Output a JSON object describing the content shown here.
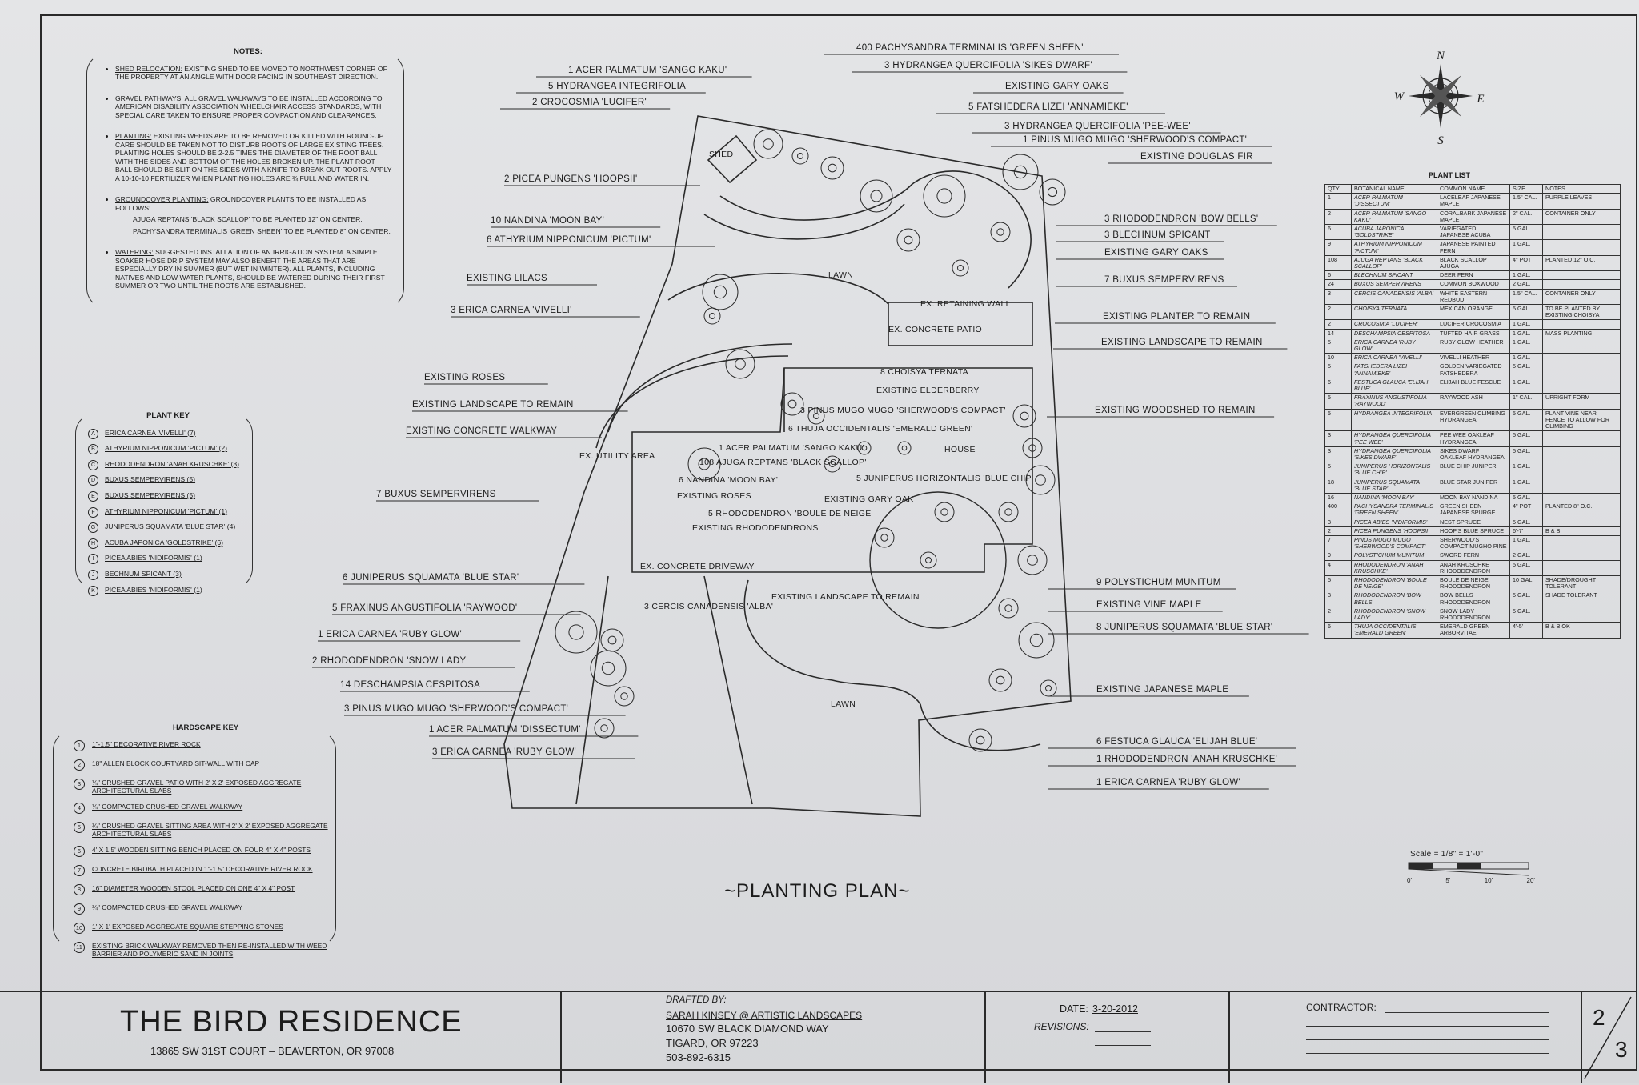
{
  "notes": {
    "heading": "NOTES:",
    "items": [
      {
        "k": "SHED RELOCATION:",
        "v": "Existing shed to be moved to northwest corner of the property at an angle with door facing in Southeast direction."
      },
      {
        "k": "GRAVEL PATHWAYS:",
        "v": "All gravel walkways to be installed according to American Disability Association wheelchair access standards, with special care taken to ensure proper compaction and clearances."
      },
      {
        "k": "PLANTING:",
        "v": "Existing weeds are to be removed or killed with Round-Up. Care should be taken not to disturb roots of large existing trees. Planting holes should be 2-2.5 times the diameter of the root ball with the sides and bottom of the holes broken up. The plant root ball should be slit on the sides with a knife to break out roots. Apply a 10-10-10 fertilizer when planting holes are ¾ full and water in."
      },
      {
        "k": "GROUNDCOVER PLANTING:",
        "v": "Groundcover plants to be installed as follows:"
      },
      {
        "k": "WATERING:",
        "v": "Suggested installation of an irrigation system. A simple soaker hose drip system may also benefit the areas that are especially dry in summer (but wet in winter). All plants, including natives and low water plants, should be watered during their first summer or two until the roots are established."
      }
    ],
    "groundcover": [
      "Ajuga Reptans 'Black Scallop' to be planted 12\" on center.",
      "Pachysandra Terminalis 'Green Sheen' to be planted 8\" on center."
    ]
  },
  "plant_key": {
    "heading": "PLANT KEY",
    "items": [
      {
        "s": "A",
        "t": "Erica carnea 'Vivelli' (7)"
      },
      {
        "s": "B",
        "t": "Athyrium nipponicum 'Pictum' (2)"
      },
      {
        "s": "C",
        "t": "Rhododendron 'Anah Kruschke' (3)"
      },
      {
        "s": "D",
        "t": "Buxus sempervirens (5)"
      },
      {
        "s": "E",
        "t": "Buxus sempervirens (5)"
      },
      {
        "s": "F",
        "t": "Athyrium nipponicum 'Pictum' (1)"
      },
      {
        "s": "G",
        "t": "Juniperus squamata 'Blue Star' (4)"
      },
      {
        "s": "H",
        "t": "Acuba japonica 'Goldstrike' (6)"
      },
      {
        "s": "I",
        "t": "Picea abies 'Nidiformis' (1)"
      },
      {
        "s": "J",
        "t": "Bechnum spicant (3)"
      },
      {
        "s": "K",
        "t": "Picea abies 'Nidiformis' (1)"
      }
    ]
  },
  "hardscape_key": {
    "heading": "Hardscape Key",
    "items": [
      {
        "s": "1",
        "t": "1\"-1.5\" Decorative River Rock"
      },
      {
        "s": "2",
        "t": "18\" Allen Block Courtyard Sit-Wall with Cap"
      },
      {
        "s": "3",
        "t": "¼\" Crushed Gravel Patio with 2' x 2' Exposed Aggregate Architectural Slabs"
      },
      {
        "s": "4",
        "t": "¼\" Compacted Crushed Gravel Walkway"
      },
      {
        "s": "5",
        "t": "¼\" Crushed Gravel Sitting Area with 2' x 2' Exposed Aggregate Architectural Slabs"
      },
      {
        "s": "6",
        "t": "4' x 1.5' Wooden Sitting Bench Placed on Four 4\" x 4\" Posts"
      },
      {
        "s": "7",
        "t": "Concrete Birdbath Placed in 1\"-1.5\" Decorative River Rock"
      },
      {
        "s": "8",
        "t": "16\" Diameter Wooden Stool Placed on One 4\" x 4\" Post"
      },
      {
        "s": "9",
        "t": "¼\" Compacted Crushed Gravel Walkway"
      },
      {
        "s": "10",
        "t": "1' x 1' Exposed Aggregate Square Stepping Stones"
      },
      {
        "s": "11",
        "t": "Existing Brick Walkway Removed Then Re-Installed With Weed Barrier and Polymeric Sand in Joints"
      }
    ]
  },
  "callouts": {
    "top": [
      "400 Pachysandra terminalis 'Green Sheen'",
      "1 Acer palmatum 'Sango Kaku'",
      "3 Hydrangea quercifolia 'Sikes Dwarf'",
      "5 Hydrangea integrifolia",
      "Existing Gary Oaks",
      "2 Crocosmia 'Lucifer'",
      "5 Fatshedera lizei 'Annamieke'",
      "3 Hydrangea quercifolia 'Pee-Wee'",
      "1 Pinus mugo mugo 'Sherwood's Compact'",
      "Existing Douglas Fir"
    ],
    "left": [
      "2 Picea pungens 'Hoopsii'",
      "10 Nandina 'Moon Bay'",
      "6 Athyrium nipponicum 'Pictum'",
      "Existing Lilacs",
      "3 Erica carnea 'Vivelli'",
      "Existing Roses",
      "Existing Landscape to Remain",
      "Existing Concrete Walkway",
      "7 Buxus sempervirens",
      "6 Juniperus squamata 'Blue Star'",
      "5 Fraxinus angustifolia 'Raywood'",
      "1 Erica carnea 'Ruby Glow'",
      "2 Rhododendron 'Snow Lady'",
      "14 Deschampsia cespitosa",
      "3 Pinus mugo mugo 'Sherwood's Compact'",
      "1 Acer palmatum 'Dissectum'",
      "3 Erica carnea 'Ruby Glow'"
    ],
    "right": [
      "3 Rhododendron 'Bow Bells'",
      "3 Blechnum spicant",
      "Existing Gary Oaks",
      "7 Buxus sempervirens",
      "Existing Planter to Remain",
      "Existing Landscape to Remain",
      "Existing Woodshed to Remain",
      "9 Polystichum munitum",
      "Existing Vine Maple",
      "8 Juniperus squamata 'Blue Star'",
      "Existing Japanese Maple",
      "6 Festuca glauca 'Elijah Blue'",
      "1 Rhododendron 'Anah Kruschke'",
      "1 Erica carnea 'Ruby Glow'"
    ],
    "inner": [
      "Shed",
      "Lawn",
      "Ex. Retaining Wall",
      "Ex. Concrete Patio",
      "8 Choisya ternata",
      "Existing Elderberry",
      "3 Pinus mugo mugo 'Sherwood's Compact'",
      "6 Thuja occidentalis 'Emerald Green'",
      "1 Acer palmatum 'Sango Kaku'",
      "House",
      "108 Ajuga reptans 'Black Scallop'",
      "Ex. Utility Area",
      "6 Nandina 'Moon Bay'",
      "5 Juniperus horizontalis 'Blue Chip'",
      "Existing Roses",
      "Existing Gary Oak",
      "5 Rhododendron 'Boule de Neige'",
      "Existing Rhododendrons",
      "Ex. Concrete Driveway",
      "3 Cercis canadensis 'Alba'",
      "Existing Landscape to Remain",
      "Lawn"
    ]
  },
  "plant_list": {
    "heading": "Plant List",
    "headers": [
      "Qty.",
      "Botanical Name",
      "Common Name",
      "Size",
      "Notes"
    ],
    "rows": [
      [
        "1",
        "Acer palmatum 'Dissectum'",
        "Laceleaf Japanese Maple",
        "1.5\" Cal.",
        "Purple Leaves"
      ],
      [
        "2",
        "Acer palmatum 'Sango Kaku'",
        "Coralbark Japanese Maple",
        "2\" Cal.",
        "Container Only"
      ],
      [
        "6",
        "Acuba japonica 'Goldstrike'",
        "Variegated Japanese Acuba",
        "5 Gal.",
        ""
      ],
      [
        "9",
        "Athyrium nipponicum 'Pictum'",
        "Japanese Painted Fern",
        "1 Gal.",
        ""
      ],
      [
        "108",
        "Ajuga reptans 'Black Scallop'",
        "Black Scallop Ajuga",
        "4\" Pot",
        "Planted 12\" O.C."
      ],
      [
        "6",
        "Blechnum spicant",
        "Deer Fern",
        "1 Gal.",
        ""
      ],
      [
        "24",
        "Buxus sempervirens",
        "Common Boxwood",
        "2 Gal.",
        ""
      ],
      [
        "3",
        "Cercis canadensis 'Alba'",
        "White Eastern Redbud",
        "1.5\" Cal.",
        "Container Only"
      ],
      [
        "2",
        "Choisya ternata",
        "Mexican Orange",
        "5 Gal.",
        "To be planted by existing Choisya"
      ],
      [
        "2",
        "Crocosmia 'Lucifer'",
        "Lucifer Crocosmia",
        "1 Gal.",
        ""
      ],
      [
        "14",
        "Deschampsia cespitosa",
        "Tufted Hair Grass",
        "1 Gal.",
        "Mass Planting"
      ],
      [
        "5",
        "Erica carnea 'Ruby Glow'",
        "Ruby Glow Heather",
        "1 Gal.",
        ""
      ],
      [
        "10",
        "Erica carnea 'Vivelli'",
        "Vivelli Heather",
        "1 Gal.",
        ""
      ],
      [
        "5",
        "Fatshedera lizei 'Annamieke'",
        "Golden Variegated Fatshedera",
        "5 Gal.",
        ""
      ],
      [
        "6",
        "Festuca glauca 'Elijah Blue'",
        "Elijah Blue Fescue",
        "1 Gal.",
        ""
      ],
      [
        "5",
        "Fraxinus angustifolia 'Raywood'",
        "Raywood Ash",
        "1\" Cal.",
        "Upright Form"
      ],
      [
        "5",
        "Hydrangea integrifolia",
        "Evergreen Climbing Hydrangea",
        "5 Gal.",
        "Plant vine near fence to allow for climbing"
      ],
      [
        "3",
        "Hydrangea quercifolia 'Pee Wee'",
        "Pee Wee Oakleaf Hydrangea",
        "5 Gal.",
        ""
      ],
      [
        "3",
        "Hydrangea quercifolia 'Sikes Dwarf'",
        "Sikes Dwarf Oakleaf Hydrangea",
        "5 Gal.",
        ""
      ],
      [
        "5",
        "Juniperus horizontalis 'Blue Chip'",
        "Blue Chip Juniper",
        "1 Gal.",
        ""
      ],
      [
        "18",
        "Juniperus squamata 'Blue Star'",
        "Blue Star Juniper",
        "1 Gal.",
        ""
      ],
      [
        "16",
        "Nandina 'Moon Bay'",
        "Moon Bay Nandina",
        "5 Gal.",
        ""
      ],
      [
        "400",
        "Pachysandra terminalis 'Green Sheen'",
        "Green Sheen Japanese Spurge",
        "4\" Pot",
        "Planted 8\" O.C."
      ],
      [
        "3",
        "Picea abies 'Nidiformis'",
        "Nest Spruce",
        "5 Gal.",
        ""
      ],
      [
        "2",
        "Picea pungens 'Hoopsii'",
        "Hoop's Blue Spruce",
        "6'-7'",
        "B & B"
      ],
      [
        "7",
        "Pinus mugo mugo 'Sherwood's Compact'",
        "Sherwood's Compact Mugho Pine",
        "1 Gal.",
        ""
      ],
      [
        "9",
        "Polystichum munitum",
        "Sword Fern",
        "2 Gal.",
        ""
      ],
      [
        "4",
        "Rhododendron 'Anah Kruschke'",
        "Anah Kruschke Rhododendron",
        "5 Gal.",
        ""
      ],
      [
        "5",
        "Rhododendron 'Boule de Neige'",
        "Boule de Neige Rhododendron",
        "10 Gal.",
        "Shade/Drought Tolerant"
      ],
      [
        "3",
        "Rhododendron 'Bow Bells'",
        "Bow Bells Rhododendron",
        "5 Gal.",
        "Shade Tolerant"
      ],
      [
        "2",
        "Rhododendron 'Snow Lady'",
        "Snow Lady Rhododendron",
        "5 Gal.",
        ""
      ],
      [
        "6",
        "Thuja occidentalis 'Emerald Green'",
        "Emerald Green Arborvitae",
        "4'-5'",
        "B & B Ok"
      ]
    ]
  },
  "compass": {
    "n": "N",
    "s": "S",
    "e": "E",
    "w": "W"
  },
  "scale": {
    "label": "Scale = 1/8\" = 1'-0\"",
    "ticks": [
      "0'",
      "5'",
      "10'",
      "20'"
    ]
  },
  "plan_title": "~Planting Plan~",
  "title_block": {
    "name": "The Bird Residence",
    "address": "13865 SW 31st Court – Beaverton, OR 97008",
    "drafted_label": "Drafted By:",
    "drafter": "Sarah Kinsey @ Artistic Landscapes",
    "drafter_street": "10670 SW Black Diamond Way",
    "drafter_city": "Tigard, OR 97223",
    "drafter_phone": "503-892-6315",
    "date_label": "Date:",
    "date_value": "3-20-2012",
    "revisions_label": "Revisions:",
    "contractor_label": "Contractor:",
    "sheet_num": "2",
    "sheet_total": "3"
  }
}
